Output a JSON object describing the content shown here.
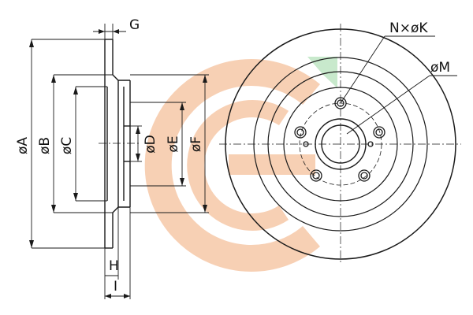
{
  "labels": {
    "dia_a": "øA",
    "dia_b": "øB",
    "dia_c": "øC",
    "dia_d": "øD",
    "dia_e": "øE",
    "dia_f": "øF",
    "thick_g": "G",
    "thick_h": "H",
    "thick_i": "I",
    "bolt_holes": "N×øK",
    "bolt_circle": "øM"
  },
  "colors": {
    "line": "#1a1a1a",
    "watermark_orange": "#f6c8a8",
    "watermark_green": "#bfe6c4"
  },
  "watermark_icon": "g-logo-watermark"
}
